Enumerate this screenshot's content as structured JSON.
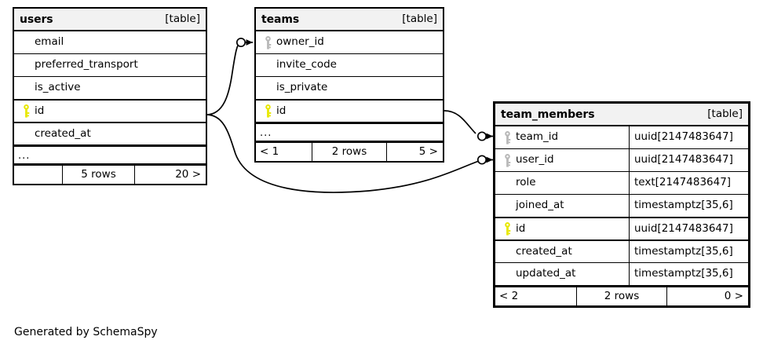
{
  "diagram": {
    "generator_caption": "Generated by SchemaSpy",
    "table_kind_label": "[table]",
    "ellipsis": "...",
    "colors": {
      "primary_key": "#e8e800",
      "foreign_key": "#b0b0b0",
      "header_background": "#f2f2f2",
      "border": "#000000",
      "background": "#ffffff"
    }
  },
  "tables": {
    "users": {
      "name": "users",
      "kind": "[table]",
      "columns": [
        {
          "name": "email",
          "key": "none",
          "type": ""
        },
        {
          "name": "preferred_transport",
          "key": "none",
          "type": ""
        },
        {
          "name": "is_active",
          "key": "none",
          "type": ""
        },
        {
          "name": "id",
          "key": "primary",
          "type": ""
        },
        {
          "name": "created_at",
          "key": "none",
          "type": ""
        }
      ],
      "more_indicator": "...",
      "footer": {
        "left": "",
        "center": "5 rows",
        "right": "20 >"
      }
    },
    "teams": {
      "name": "teams",
      "kind": "[table]",
      "columns": [
        {
          "name": "owner_id",
          "key": "foreign",
          "type": ""
        },
        {
          "name": "invite_code",
          "key": "none",
          "type": ""
        },
        {
          "name": "is_private",
          "key": "none",
          "type": ""
        },
        {
          "name": "id",
          "key": "primary",
          "type": ""
        }
      ],
      "more_indicator": "...",
      "footer": {
        "left": "< 1",
        "center": "2 rows",
        "right": "5 >"
      }
    },
    "team_members": {
      "name": "team_members",
      "kind": "[table]",
      "columns": [
        {
          "name": "team_id",
          "key": "foreign",
          "type": "uuid[2147483647]"
        },
        {
          "name": "user_id",
          "key": "foreign",
          "type": "uuid[2147483647]"
        },
        {
          "name": "role",
          "key": "none",
          "type": "text[2147483647]"
        },
        {
          "name": "joined_at",
          "key": "none",
          "type": "timestamptz[35,6]"
        },
        {
          "name": "id",
          "key": "primary",
          "type": "uuid[2147483647]"
        },
        {
          "name": "created_at",
          "key": "none",
          "type": "timestamptz[35,6]"
        },
        {
          "name": "updated_at",
          "key": "none",
          "type": "timestamptz[35,6]"
        }
      ],
      "more_indicator": "",
      "footer": {
        "left": "< 2",
        "center": "2 rows",
        "right": "0 >"
      }
    }
  },
  "relationships": [
    {
      "name": "users-id-to-teams-owner_id",
      "from_table": "users",
      "from_column": "id",
      "to_table": "teams",
      "to_column": "owner_id"
    },
    {
      "name": "users-id-to-team_members-user_id",
      "from_table": "users",
      "from_column": "id",
      "to_table": "team_members",
      "to_column": "user_id"
    },
    {
      "name": "teams-id-to-team_members-team_id",
      "from_table": "teams",
      "from_column": "id",
      "to_table": "team_members",
      "to_column": "team_id"
    }
  ]
}
